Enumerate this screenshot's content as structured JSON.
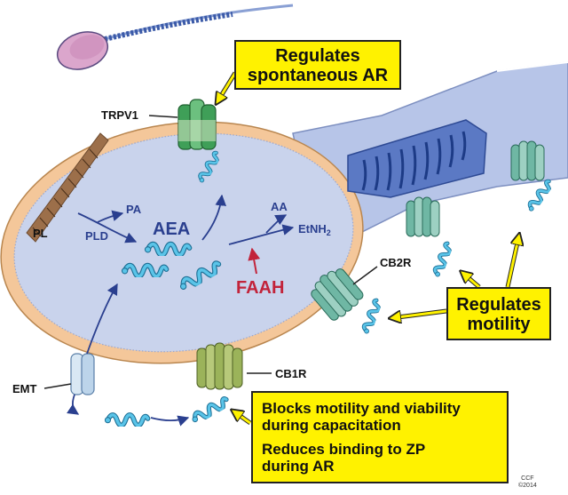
{
  "labels": {
    "trpv1": "TRPV1",
    "pl": "PL",
    "pa": "PA",
    "pld": "PLD",
    "aea": "AEA",
    "aa": "AA",
    "etnh2_base": "EtNH",
    "etnh2_sub": "2",
    "faah": "FAAH",
    "cb2r": "CB2R",
    "cb1r": "CB1R",
    "emt": "EMT"
  },
  "callouts": {
    "spontaneous_ar_line1": "Regulates",
    "spontaneous_ar_line2": "spontaneous AR",
    "motility_line1": "Regulates",
    "motility_line2": "motility",
    "blocks_line1": "Blocks motility and viability",
    "blocks_line2": "during capacitation",
    "blocks_line3": "Reduces binding to ZP",
    "blocks_line4": "during AR"
  },
  "credit": {
    "line1": "CCF",
    "line2": "©2014"
  },
  "colors": {
    "cell_fill": "#c9d3ec",
    "membrane": "#f4c79a",
    "midpiece": "#5b79c4",
    "tail": "#b7c5e8",
    "arrow": "#2a3f8f",
    "faah": "#c2233a",
    "trpv1": "#3f9f58",
    "cb1r": "#9bb35a",
    "cb2r": "#6fb7a4",
    "aea_squiggle": "#5ac4e8",
    "callout": "#fff200"
  }
}
